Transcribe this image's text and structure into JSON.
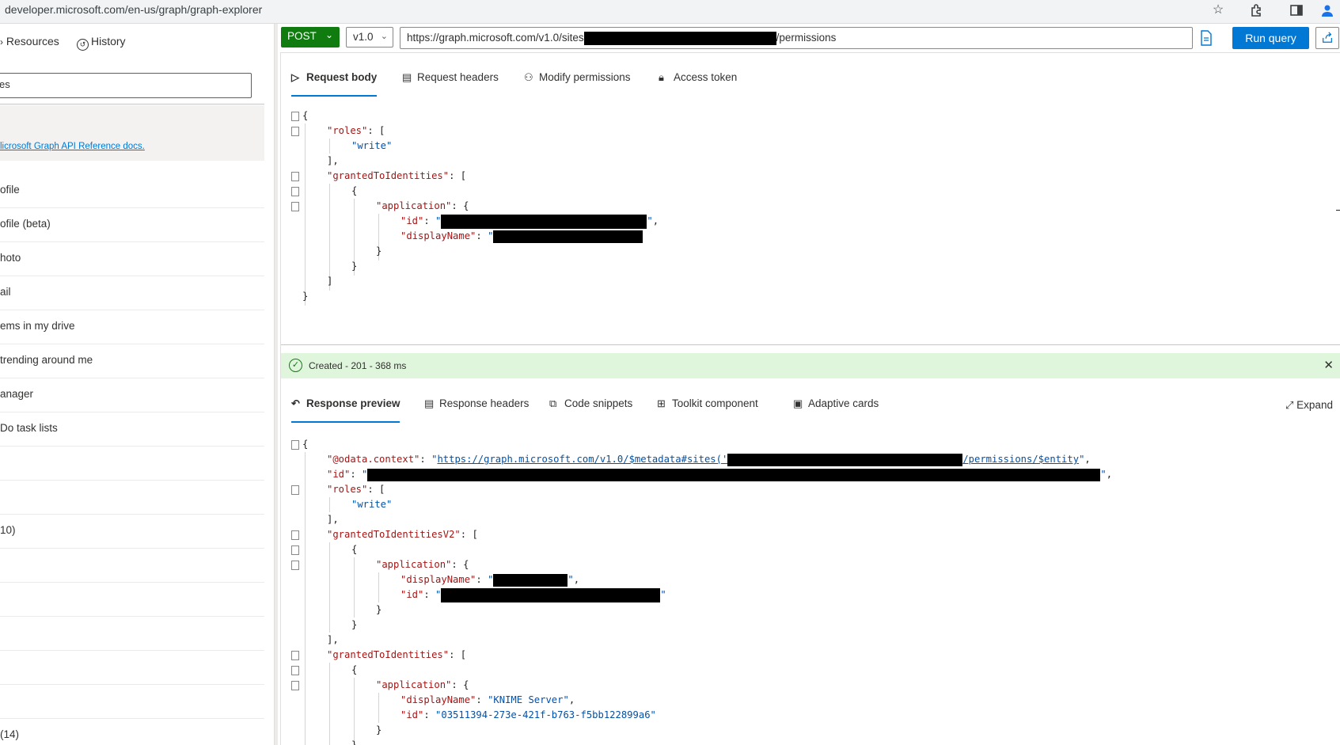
{
  "browser": {
    "url": "developer.microsoft.com/en-us/graph/graph-explorer",
    "icons": [
      "star-icon",
      "extensions-icon",
      "side-panel-icon",
      "profile-icon"
    ]
  },
  "sidebar": {
    "tabs": [
      {
        "label": "Resources",
        "icon": "resources-icon"
      },
      {
        "label": "History",
        "icon": "history-icon"
      }
    ],
    "search_value": "es",
    "note_link": "licrosoft Graph API Reference docs.",
    "items": [
      {
        "label": "ofile"
      },
      {
        "label": "ofile (beta)"
      },
      {
        "label": "hoto"
      },
      {
        "label": "ail"
      },
      {
        "label": "ems in my drive"
      },
      {
        "label": " trending around me"
      },
      {
        "label": "anager"
      },
      {
        "label": " Do task lists"
      },
      {
        "label": ""
      },
      {
        "label": ""
      },
      {
        "label": "10)"
      },
      {
        "label": ""
      },
      {
        "label": ""
      },
      {
        "label": ""
      },
      {
        "label": ""
      },
      {
        "label": ""
      },
      {
        "label": "(14)"
      }
    ]
  },
  "query": {
    "method": "POST",
    "version": "v1.0",
    "url_prefix": "https://graph.microsoft.com/v1.0/sites",
    "url_suffix": "/permissions",
    "run_label": "Run query"
  },
  "request_tabs": [
    {
      "label": "Request body",
      "icon": "send-icon"
    },
    {
      "label": "Request headers",
      "icon": "headers-icon"
    },
    {
      "label": "Modify permissions",
      "icon": "permissions-icon"
    },
    {
      "label": "Access token",
      "icon": "lock-icon"
    }
  ],
  "request_body": {
    "l1": "{",
    "roles_key": "\"roles\"",
    "write_val": "\"write\"",
    "close_arr": "],",
    "gti_key": "\"grantedToIdentities\"",
    "open_obj": "{",
    "app_key": "\"application\"",
    "id_key": "\"id\"",
    "dn_key": "\"displayName\"",
    "close_brace": "}",
    "close_bracket": "]",
    "end": "}"
  },
  "status": {
    "text": "Created - 201 - 368 ms",
    "color": "#dff6dd"
  },
  "response_tabs": [
    {
      "label": "Response preview",
      "icon": "undo-icon"
    },
    {
      "label": "Response headers",
      "icon": "headers-icon"
    },
    {
      "label": "Code snippets",
      "icon": "code-icon"
    },
    {
      "label": "Toolkit component",
      "icon": "toolkit-icon"
    },
    {
      "label": "Adaptive cards",
      "icon": "card-icon"
    }
  ],
  "expand_label": "Expand",
  "response_body": {
    "odata_key": "\"@odata.context\"",
    "odata_prefix": "https://graph.microsoft.com/v1.0/$metadata#sites('",
    "odata_suffix": "/permissions/$entity",
    "id_key": "\"id\"",
    "roles_key": "\"roles\"",
    "write_val": "\"write\"",
    "gti_v2_key": "\"grantedToIdentitiesV2\"",
    "gti_key": "\"grantedToIdentities\"",
    "app_key": "\"application\"",
    "dn_key": "\"displayName\"",
    "app_display_name": "\"KNIME Server\"",
    "app_id": "\"03511394-273e-421f-b763-f5bb122899a6\""
  },
  "colors": {
    "accent": "#0078d4",
    "method": "#107c10",
    "json_key": "#a31515",
    "json_string": "#0451a5"
  }
}
